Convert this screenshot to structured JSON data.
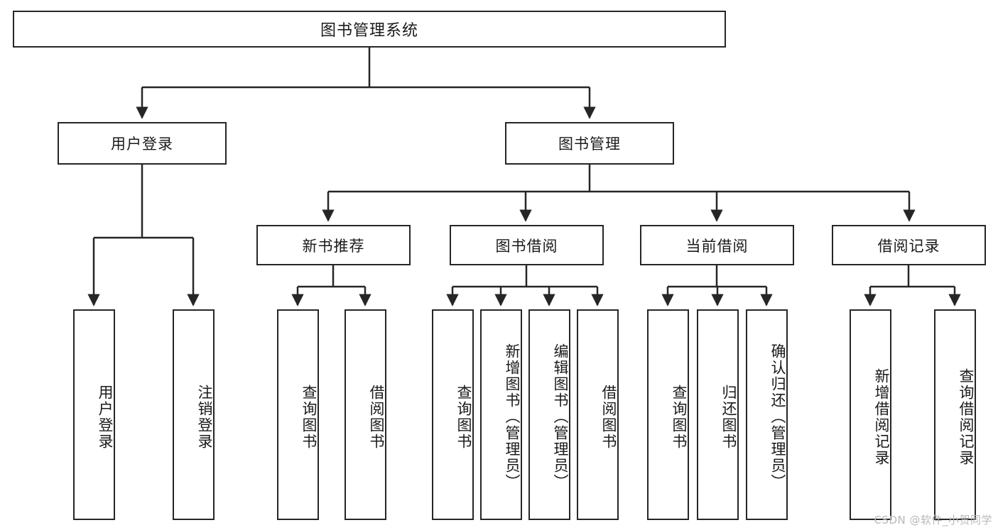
{
  "diagram": {
    "type": "tree-hierarchy",
    "title": "图书管理系统",
    "orientation": "top-down",
    "watermark": "CSDN @软件_小贺同学",
    "line_color": "#262626",
    "box_fill": "#ffffff",
    "text_color": "#1a1a1a",
    "levels": 4
  },
  "nodes": {
    "root": {
      "label": "图书管理系统"
    },
    "level1": [
      {
        "label": "用户登录"
      },
      {
        "label": "图书管理"
      }
    ],
    "level2": [
      {
        "label": "新书推荐"
      },
      {
        "label": "图书借阅"
      },
      {
        "label": "当前借阅"
      },
      {
        "label": "借阅记录"
      }
    ],
    "leaves_user_login": [
      {
        "label": "用户登录"
      },
      {
        "label": "注销登录"
      }
    ],
    "leaves_new_book": [
      {
        "label": "查询图书"
      },
      {
        "label": "借阅图书"
      }
    ],
    "leaves_borrow": [
      {
        "label": "查询图书"
      },
      {
        "label": "新增图书（管理员）"
      },
      {
        "label": "编辑图书（管理员）"
      },
      {
        "label": "借阅图书"
      }
    ],
    "leaves_current": [
      {
        "label": "查询图书"
      },
      {
        "label": "归还图书"
      },
      {
        "label": "确认归还（管理员）"
      }
    ],
    "leaves_records": [
      {
        "label": "新增借阅记录"
      },
      {
        "label": "查询借阅记录"
      }
    ]
  }
}
